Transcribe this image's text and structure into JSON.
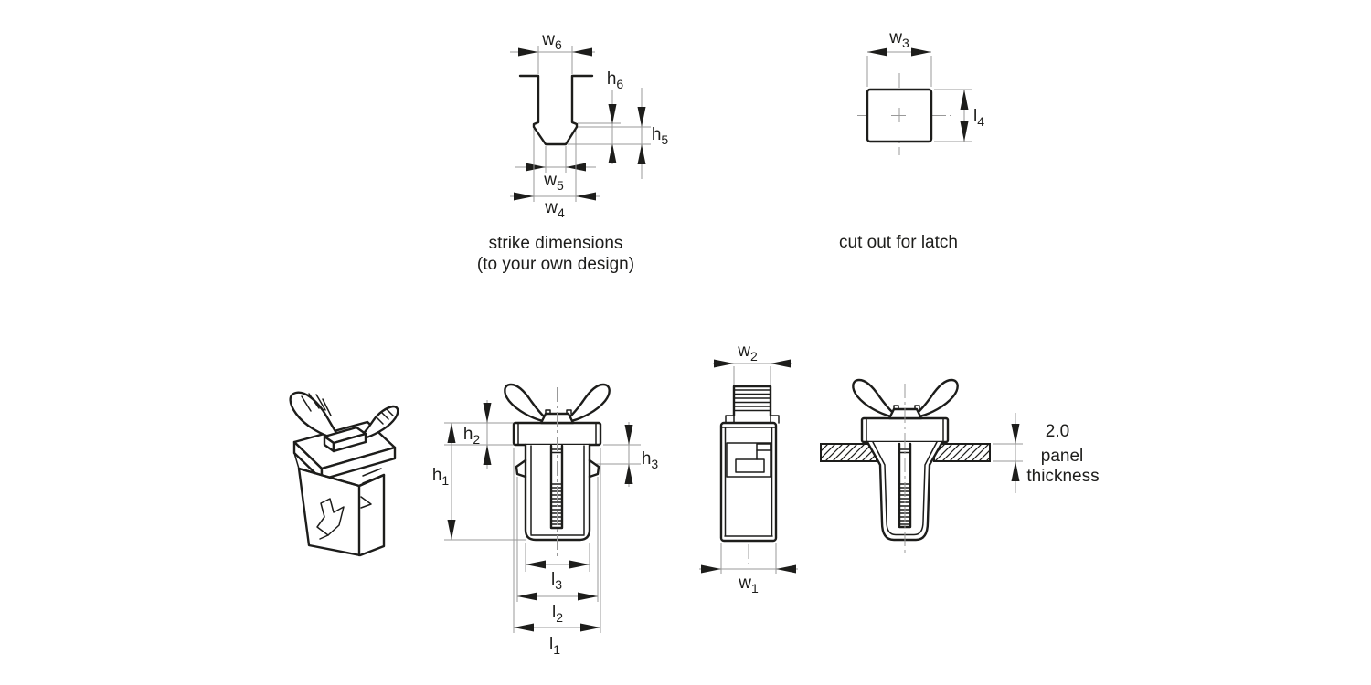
{
  "drawing": {
    "labels": {
      "w6": {
        "base": "w",
        "sub": "6"
      },
      "w5": {
        "base": "w",
        "sub": "5"
      },
      "w4": {
        "base": "w",
        "sub": "4"
      },
      "h6": {
        "base": "h",
        "sub": "6"
      },
      "h5": {
        "base": "h",
        "sub": "5"
      },
      "w3": {
        "base": "w",
        "sub": "3"
      },
      "l4": {
        "base": "l",
        "sub": "4"
      },
      "h2": {
        "base": "h",
        "sub": "2"
      },
      "h1": {
        "base": "h",
        "sub": "1"
      },
      "h3": {
        "base": "h",
        "sub": "3"
      },
      "l3": {
        "base": "l",
        "sub": "3"
      },
      "l2": {
        "base": "l",
        "sub": "2"
      },
      "l1": {
        "base": "l",
        "sub": "1"
      },
      "w2": {
        "base": "w",
        "sub": "2"
      },
      "w1": {
        "base": "w",
        "sub": "1"
      }
    },
    "captions": {
      "strike_line1": "strike dimensions",
      "strike_line2": "(to your own design)",
      "cutout": "cut out for latch"
    },
    "panel_note": {
      "value": "2.0",
      "word1": "panel",
      "word2": "thickness"
    },
    "colors": {
      "outline": "#1d1d1b",
      "dimension": "#999999",
      "background": "#ffffff"
    }
  }
}
